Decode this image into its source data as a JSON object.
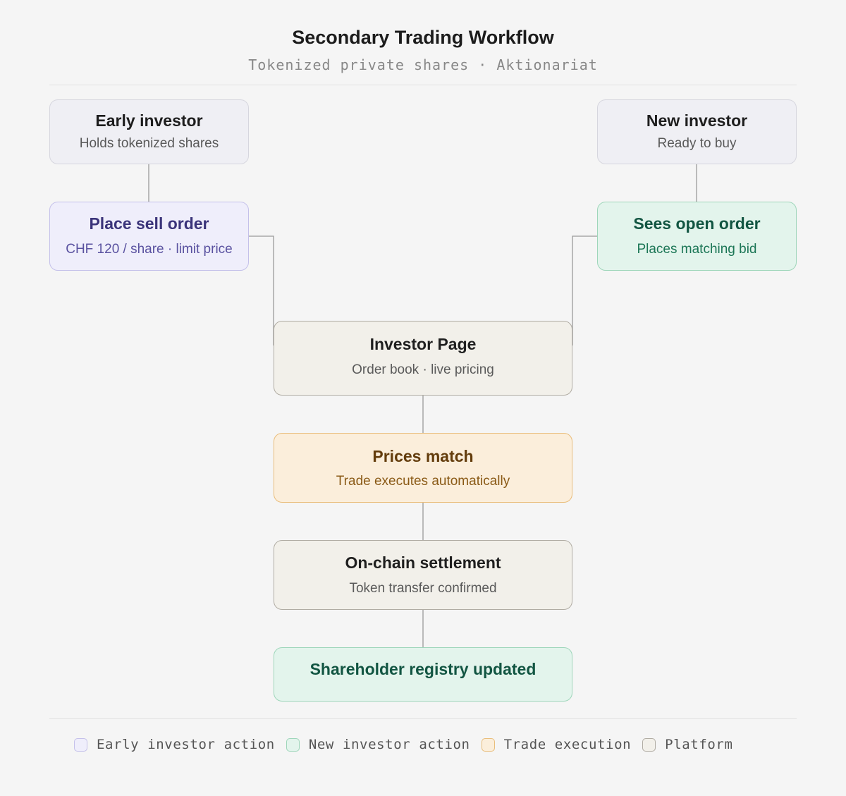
{
  "header": {
    "title": "Secondary Trading Workflow",
    "subtitle": "Tokenized private shares · Aktionariat"
  },
  "nodes": {
    "early_investor": {
      "title": "Early investor",
      "subtitle": "Holds tokenized shares"
    },
    "new_investor": {
      "title": "New investor",
      "subtitle": "Ready to buy"
    },
    "place_sell_order": {
      "title": "Place sell order",
      "subtitle": "CHF 120 / share · limit price"
    },
    "sees_open_order": {
      "title": "Sees open order",
      "subtitle": "Places matching bid"
    },
    "investor_page": {
      "title": "Investor Page",
      "subtitle": "Order book · live pricing"
    },
    "prices_match": {
      "title": "Prices match",
      "subtitle": "Trade executes automatically"
    },
    "settlement": {
      "title": "On-chain settlement",
      "subtitle": "Token transfer confirmed"
    },
    "registry": {
      "title": "Shareholder registry updated"
    }
  },
  "legend": [
    {
      "label": "Early investor action",
      "fill": "#efeefb",
      "border": "#c4c0ea"
    },
    {
      "label": "New investor action",
      "fill": "#e3f4ec",
      "border": "#9ed6ba"
    },
    {
      "label": "Trade execution",
      "fill": "#fbeedb",
      "border": "#e9bd7a"
    },
    {
      "label": "Platform",
      "fill": "#f2f0ea",
      "border": "#b0aca3"
    }
  ],
  "colors": {
    "background": "#f5f5f5",
    "connector": "#9b9b9b",
    "early_investor": "#3b347a",
    "new_investor": "#125542",
    "trade_execution": "#633c0c"
  }
}
